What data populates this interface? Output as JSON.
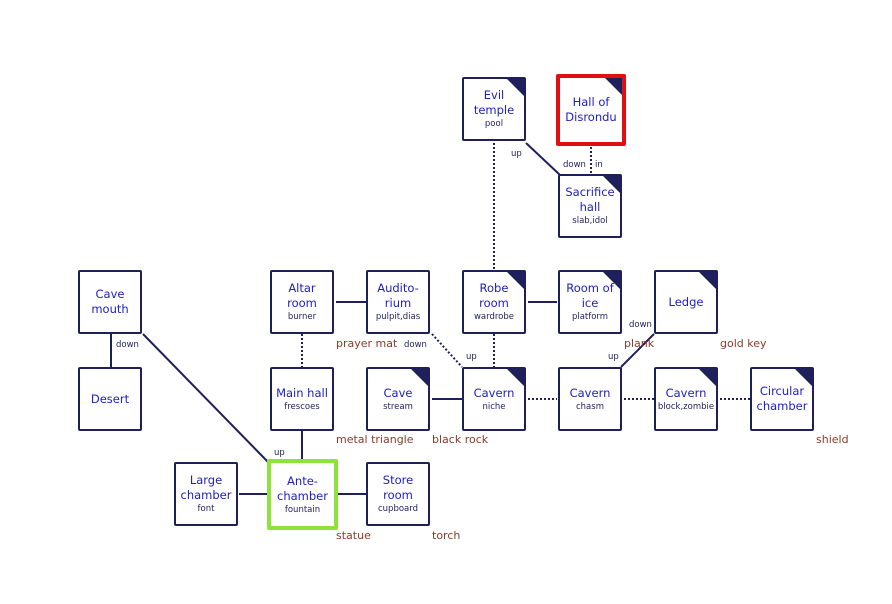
{
  "rooms": {
    "evil_temple": {
      "name": "Evil temple",
      "objects": "pool"
    },
    "hall_of_disrondu": {
      "name": "Hall of Disrondu",
      "objects": ""
    },
    "sacrifice_hall": {
      "name": "Sacrifice hall",
      "objects": "slab,idol"
    },
    "cave_mouth": {
      "name": "Cave mouth",
      "objects": ""
    },
    "altar_room": {
      "name": "Altar room",
      "objects": "burner"
    },
    "auditorium": {
      "name": "Audito-rium",
      "objects": "pulpit,dias"
    },
    "robe_room": {
      "name": "Robe room",
      "objects": "wardrobe"
    },
    "room_of_ice": {
      "name": "Room of ice",
      "objects": "platform"
    },
    "ledge": {
      "name": "Ledge",
      "objects": ""
    },
    "desert": {
      "name": "Desert",
      "objects": ""
    },
    "main_hall": {
      "name": "Main hall",
      "objects": "frescoes"
    },
    "cave": {
      "name": "Cave",
      "objects": "stream"
    },
    "cavern_niche": {
      "name": "Cavern",
      "objects": "niche"
    },
    "cavern_chasm": {
      "name": "Cavern",
      "objects": "chasm"
    },
    "cavern_zombie": {
      "name": "Cavern",
      "objects": "block,zombie"
    },
    "circular_chamber": {
      "name": "Circular chamber",
      "objects": ""
    },
    "large_chamber": {
      "name": "Large chamber",
      "objects": "font"
    },
    "ante_chamber": {
      "name": "Ante-chamber",
      "objects": "fountain"
    },
    "store_room": {
      "name": "Store room",
      "objects": "cupboard"
    }
  },
  "directions": {
    "up_evil": "up",
    "down_hall": "down",
    "in_hall": "in",
    "down_cave_mouth": "down",
    "down_auditorium": "down",
    "up_robe": "up",
    "down_ledge": "down",
    "up_chasm": "up",
    "up_ante": "up"
  },
  "items": {
    "prayer_mat": "prayer mat",
    "plank": "plank",
    "gold_key": "gold key",
    "metal_triangle": "metal triangle",
    "black_rock": "black rock",
    "shield": "shield",
    "statue": "statue",
    "torch": "torch"
  },
  "colors": {
    "line": "#1f1f5c",
    "room_name": "#2020c0",
    "item_text": "#8a3b2a",
    "highlight_red": "#e01010",
    "highlight_green": "#8ee23a"
  }
}
